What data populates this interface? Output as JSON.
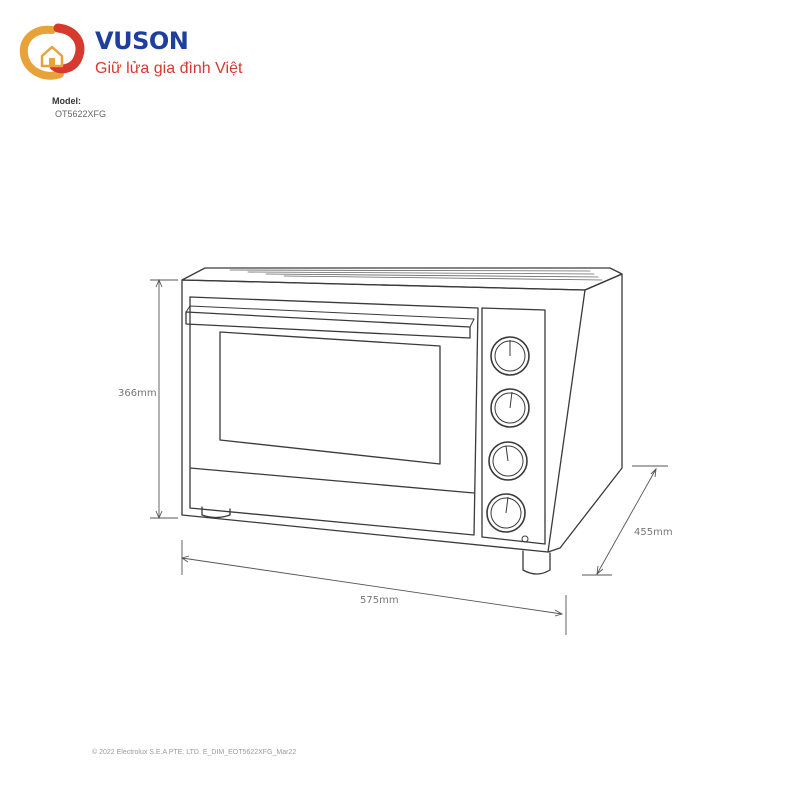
{
  "brand": {
    "name": "VUSON",
    "slogan": "Giữ lửa gia đình Việt",
    "colors": {
      "primary": "#1f3f9e",
      "accent": "#d63a2f",
      "gold": "#e8a23a"
    }
  },
  "model": {
    "label": "Model:",
    "code": "OT5622XFG"
  },
  "dimensions": {
    "height": "366mm",
    "width": "575mm",
    "depth": "455mm"
  },
  "footer": {
    "copyright": "© 2022 Electrolux S.E.A PTE. LTD. E_DIM_EOT5622XFG_Mar22"
  },
  "icons": {
    "logo": "vuson-swirl-logo"
  }
}
